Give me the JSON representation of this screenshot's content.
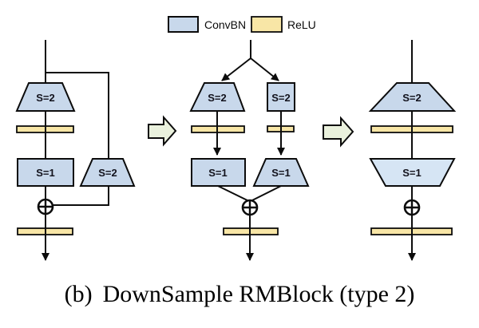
{
  "legend": {
    "items": [
      {
        "label": "ConvBN",
        "color": "#c8d8eb"
      },
      {
        "label": "ReLU",
        "color": "#f8e6a6"
      }
    ]
  },
  "caption": {
    "index": "(b)",
    "title": "DownSample RMBlock (type 2)"
  },
  "colors": {
    "convbn_fill": "#c8d8eb",
    "convbn_light_fill": "#d6e5f4",
    "relu_fill": "#f8e6a6",
    "transform_arrow_fill": "#eaf1dd",
    "outline": "#0c0c0c",
    "background": "#ffffff"
  },
  "diagrams": {
    "original": {
      "conv_s2_label": "S=2",
      "conv_s1_label": "S=1",
      "skip_conv_s2_label": "S=2"
    },
    "expanded": {
      "branch1_conv_s2_label": "S=2",
      "branch2_conv_s2_label": "S=2",
      "branch1_conv_s1_label": "S=1",
      "branch2_conv_s1_label": "S=1"
    },
    "merged": {
      "conv_s2_label": "S=2",
      "conv_s1_label": "S=1"
    }
  }
}
